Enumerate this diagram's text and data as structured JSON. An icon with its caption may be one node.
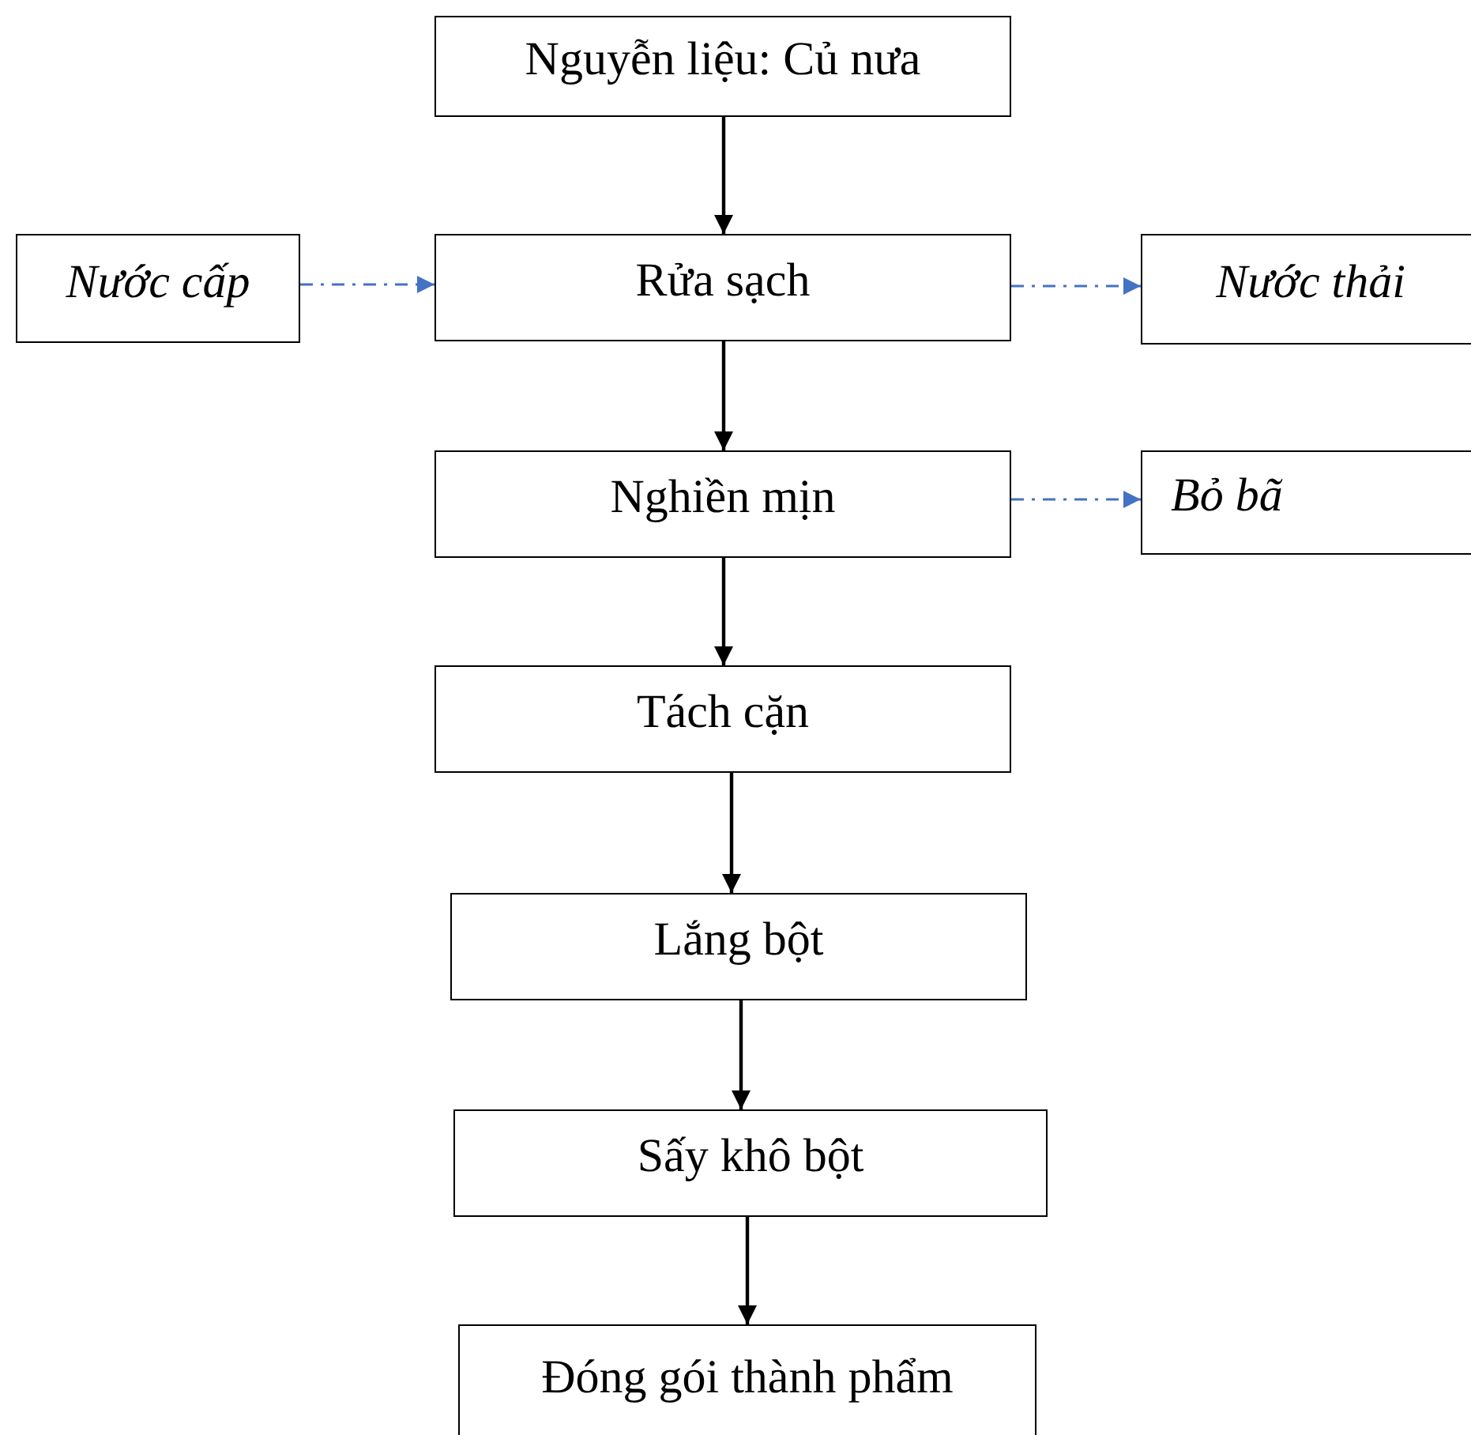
{
  "diagram": {
    "nodes": [
      {
        "text": [
          "Nguyễn liệu: Củ nưa"
        ]
      },
      {
        "text": [
          "Nước cấp"
        ]
      },
      {
        "text": [
          "Rửa sạch"
        ]
      },
      {
        "text": [
          "Nước thải"
        ]
      },
      {
        "text": [
          "Nghiền mịn"
        ]
      },
      {
        "text": [
          "Bỏ bã"
        ]
      },
      {
        "text": [
          "Tách cặn"
        ]
      },
      {
        "text": [
          "Lắng bột"
        ]
      },
      {
        "text": [
          "Sấy khô bột"
        ]
      },
      {
        "text": [
          "Đóng gói thành phẩm"
        ]
      }
    ],
    "edges": [
      {
        "from": 0,
        "to": 2,
        "arrow": "to"
      },
      {
        "from": 1,
        "to": 2,
        "arrow": "to",
        "style": "dashed",
        "color": "#4472c4"
      },
      {
        "from": 2,
        "to": 3,
        "arrow": "to",
        "style": "dashed",
        "color": "#4472c4"
      },
      {
        "from": 2,
        "to": 4,
        "arrow": "to"
      },
      {
        "from": 4,
        "to": 5,
        "arrow": "to",
        "style": "dashed",
        "color": "#4472c4"
      },
      {
        "from": 4,
        "to": 6,
        "arrow": "to"
      },
      {
        "from": 6,
        "to": 7,
        "arrow": "to"
      },
      {
        "from": 7,
        "to": 8,
        "arrow": "to"
      },
      {
        "from": 8,
        "to": 9,
        "arrow": "to"
      }
    ]
  }
}
